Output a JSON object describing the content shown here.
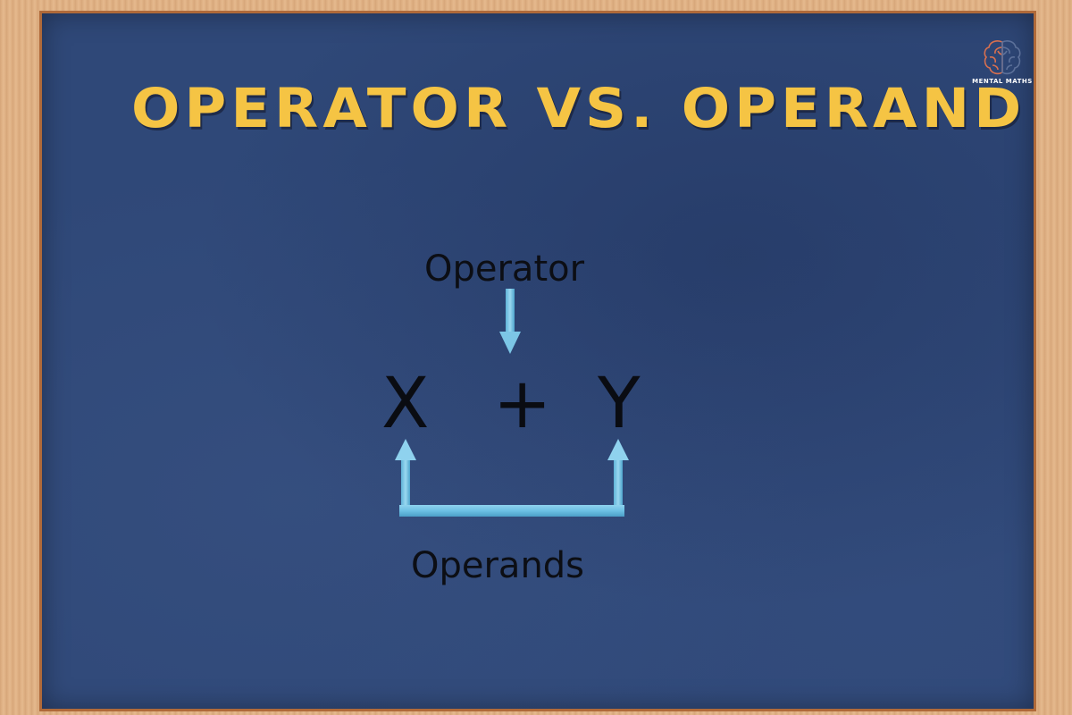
{
  "title": "OPERATOR VS. OPERAND",
  "logo": {
    "icon": "brain-icon",
    "text": "MENTAL MATHS",
    "left_color": "#d9704f",
    "right_color": "#4a5f8f"
  },
  "diagram": {
    "operator_label": "Operator",
    "operands_label": "Operands",
    "expression": {
      "left_operand": "X",
      "operator": "+",
      "right_operand": "Y"
    },
    "arrow_color": "#6cc0e4"
  },
  "colors": {
    "board": "#2f4878",
    "title": "#f5c444",
    "frame": "#e2b488"
  }
}
